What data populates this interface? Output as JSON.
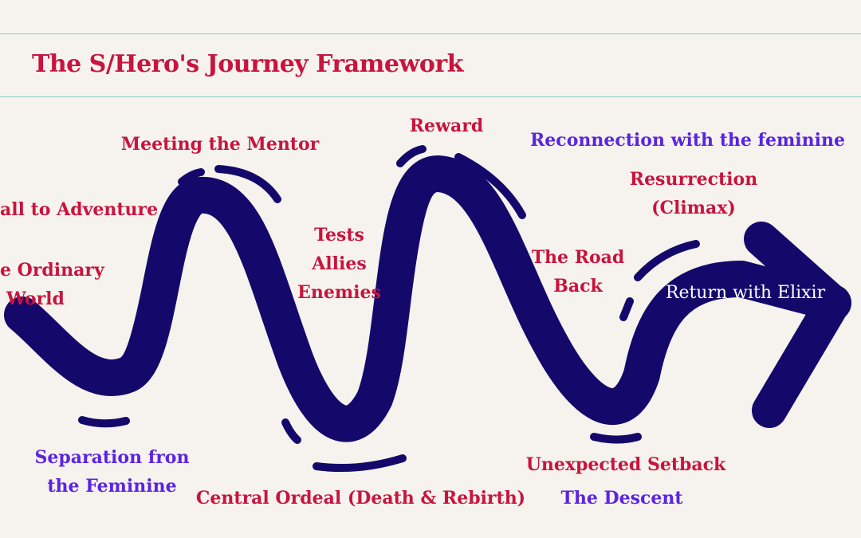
{
  "title": "The S/Hero's Journey Framework",
  "colors": {
    "background": "#f6f3ee",
    "rule": "#8fcbbd",
    "stage_label": "#c8143e",
    "feminine_label": "#5b24e2",
    "path": "#14096b"
  },
  "stages": {
    "ordinary_world": [
      "e Ordinary",
      "World"
    ],
    "call_to_adventure": "all to Adventure",
    "meeting_the_mentor": "Meeting the Mentor",
    "tests_allies_enemies": [
      "Tests",
      "Allies",
      "Enemies"
    ],
    "reward": "Reward",
    "road_back": [
      "The Road",
      "Back"
    ],
    "resurrection": [
      "Resurrection",
      "(Climax)"
    ],
    "return_with_elixir": "Return with Elixir",
    "central_ordeal": "Central Ordeal (Death & Rebirth)",
    "unexpected_setback": "Unexpected Setback"
  },
  "feminine": {
    "separation": [
      "Separation fron",
      "the Feminine"
    ],
    "reconnection": "Reconnection with the feminine",
    "descent": "The Descent"
  }
}
